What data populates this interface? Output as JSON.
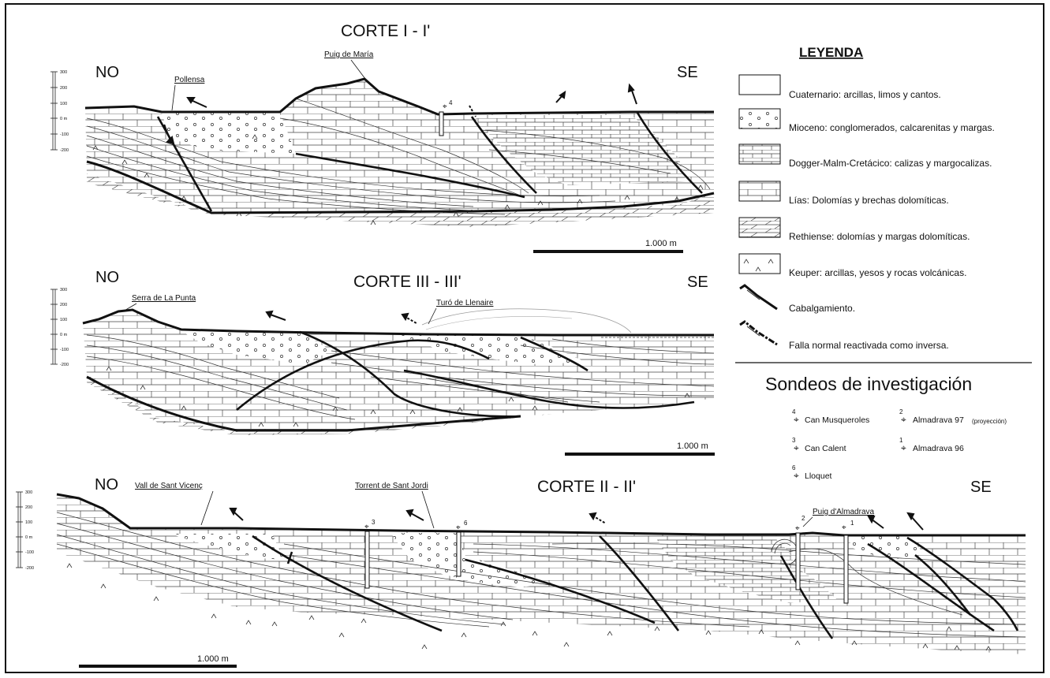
{
  "sections": [
    {
      "title": "CORTE I - I'",
      "left_label": "NO",
      "right_label": "SE",
      "place_labels": [
        "Puig de María",
        "Pollensa"
      ],
      "scale_label": "1.000 m",
      "axis_ticks": [
        "300",
        "200",
        "100",
        "0 m",
        "-100",
        "-200"
      ]
    },
    {
      "title": "CORTE III - III'",
      "left_label": "NO",
      "right_label": "SE",
      "place_labels": [
        "Serra de La Punta",
        "Turó de Llenaire"
      ],
      "scale_label": "1.000 m",
      "axis_ticks": [
        "300",
        "200",
        "100",
        "0 m",
        "-100",
        "-200"
      ]
    },
    {
      "title": "CORTE II - II'",
      "left_label": "NO",
      "right_label": "SE",
      "place_labels": [
        "Vall de Sant Vicenç",
        "Torrent de Sant Jordi",
        "Puig d'Almadrava"
      ],
      "scale_label": "1.000 m",
      "axis_ticks": [
        "300",
        "200",
        "100",
        "0 m",
        "-100",
        "-200"
      ],
      "borehole_numbers": [
        "3",
        "6",
        "2",
        "1"
      ]
    }
  ],
  "section1_borehole": "4",
  "legend": {
    "title": "LEYENDA",
    "items": [
      {
        "pattern": "quaternary",
        "label": "Cuaternario: arcillas, limos y cantos."
      },
      {
        "pattern": "miocene",
        "label": "Mioceno: conglomerados, calcarenitas y margas."
      },
      {
        "pattern": "dogger",
        "label": "Dogger-Malm-Cretácico: calizas y margocalizas."
      },
      {
        "pattern": "lias",
        "label": "Lías: Dolomías y brechas dolomíticas."
      },
      {
        "pattern": "rethiense",
        "label": "Rethiense: dolomías y margas dolomíticas."
      },
      {
        "pattern": "keuper",
        "label": "Keuper: arcillas, yesos y rocas volcánicas."
      },
      {
        "pattern": "thrust",
        "label": "Cabalgamiento."
      },
      {
        "pattern": "inverse-fault",
        "label": "Falla normal reactivada como inversa."
      }
    ]
  },
  "boreholes": {
    "title": "Sondeos de investigación",
    "items": [
      {
        "number": "4",
        "name": "Can Musqueroles",
        "note": ""
      },
      {
        "number": "2",
        "name": "Almadrava 97",
        "note": "(proyección)"
      },
      {
        "number": "3",
        "name": "Can Calent",
        "note": ""
      },
      {
        "number": "1",
        "name": "Almadrava 96",
        "note": ""
      },
      {
        "number": "6",
        "name": "Lloquet",
        "note": ""
      }
    ]
  },
  "colors": {
    "ink": "#111111",
    "background": "#ffffff"
  }
}
